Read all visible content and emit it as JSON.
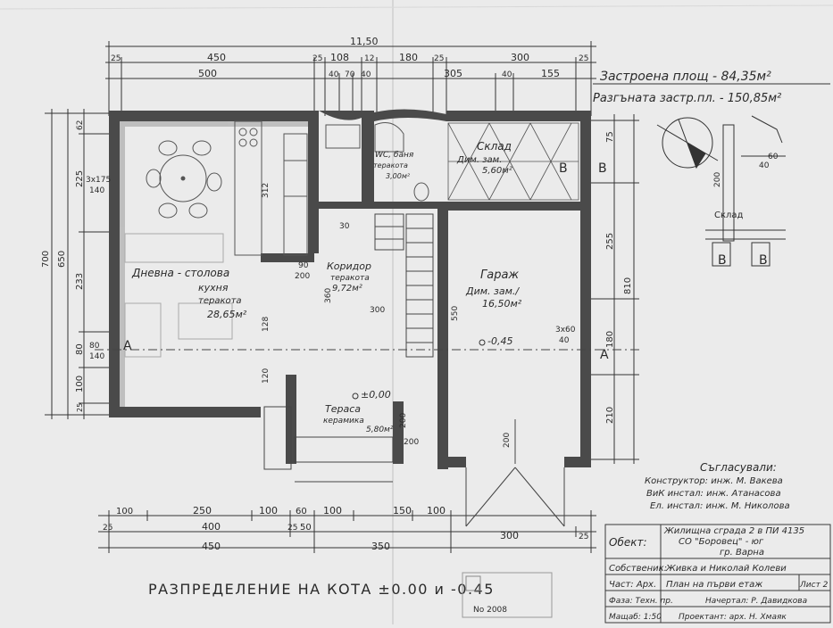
{
  "area_info": {
    "built_area": "Застроена площ - 84,35м²",
    "total_built_area": "Разгъната застр.пл. - 150,85м²"
  },
  "dimensions": {
    "top_overall": "11,50",
    "top_row1": [
      "25",
      "450",
      "25",
      "108",
      "12",
      "180",
      "25",
      "300",
      "25"
    ],
    "top_row2": [
      "500",
      "40",
      "70",
      "40",
      "305",
      "40",
      "155"
    ],
    "bottom_row1": [
      "100",
      "250",
      "100",
      "60",
      "100",
      "150",
      "100"
    ],
    "bottom_row2": [
      "25",
      "400",
      "25",
      "50",
      "300",
      "25"
    ],
    "bottom_row3": [
      "450",
      "350"
    ],
    "left_overall": "700",
    "left_parts": [
      "650",
      "62",
      "225",
      "233",
      "80",
      "100",
      "25"
    ],
    "right_overall": "810",
    "right_parts": [
      "75",
      "255",
      "180",
      "210"
    ]
  },
  "rooms": [
    {
      "name": "Дневна - столова",
      "sub": "кухня",
      "floor": "теракота",
      "area": "28,65м²"
    },
    {
      "name": "Коридор",
      "floor": "теракота",
      "area": "9,72м²"
    },
    {
      "name": "Гараж",
      "floor": "Дим. зам./",
      "area": "16,50м²"
    },
    {
      "name": "Склад",
      "floor": "Дим. зам.",
      "area": "5,60м²"
    },
    {
      "name": "WC, баня",
      "floor": "теракота",
      "area": "3,00м²"
    },
    {
      "name": "Тераса",
      "floor": "керамика",
      "area": "5,80м²"
    }
  ],
  "levels": {
    "garage": "-0,45",
    "terrace": "±0,00"
  },
  "marks": {
    "section_a": "A",
    "section_b": "B",
    "window_3x175": "3x175",
    "window_3x60": "3x60",
    "dims_inner": [
      "140",
      "80",
      "140",
      "312",
      "128",
      "120",
      "90",
      "200",
      "30",
      "300",
      "360",
      "550",
      "200",
      "40",
      "60",
      "100"
    ]
  },
  "plan_caption": "РАЗПРЕДЕЛЕНИЕ НА КОТА ±0.00 и -0.45",
  "detail": {
    "label": "Склад",
    "dims": [
      "40",
      "60",
      "200"
    ],
    "marks": [
      "B",
      "B"
    ]
  },
  "approvals": {
    "heading": "Съгласували:",
    "rows": [
      "Конструктор: инж. М. Вакева",
      "ВиК инстал: инж. Атанасова",
      "Ел. инстал: инж. М. Николова"
    ]
  },
  "title_block": {
    "object_label": "Обект:",
    "object_value": "Жилищна сграда 2 в ПИ 4135",
    "object_value2": "СО \"Боровец\" - юг",
    "object_value3": "гр. Варна",
    "owner_label": "Собственик:",
    "owner_value": "Живка и Николай Колеви",
    "part_label": "Част: Арх.",
    "part_value": "План на първи етаж",
    "sheet_label": "Лист 2",
    "phase_label": "Фаза: Техн. пр.",
    "drawn_label": "Начертал: Р. Давидкова",
    "scale_label": "Мащаб: 1:50",
    "designer_label": "Проектант: арх. Н. Хмаяк"
  },
  "stamp_text": "No 2008"
}
